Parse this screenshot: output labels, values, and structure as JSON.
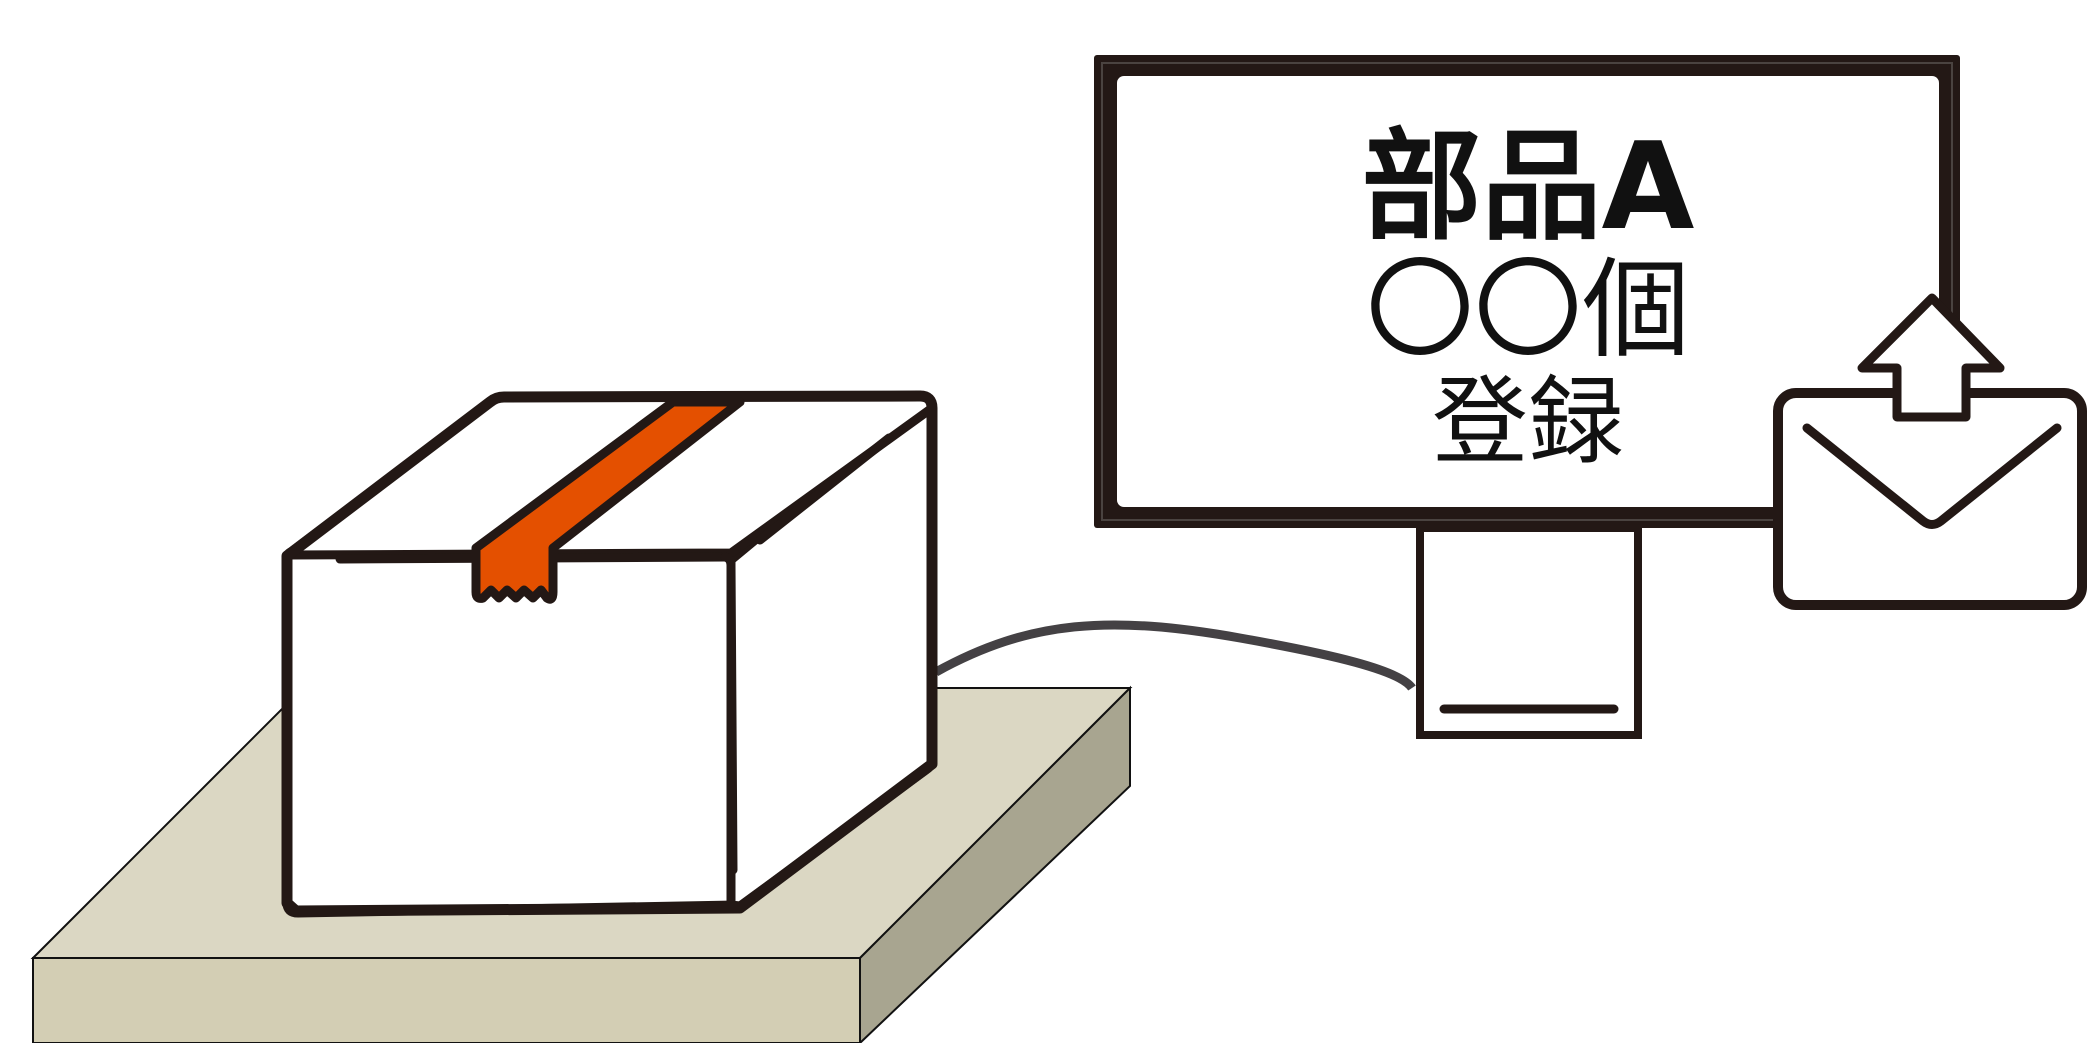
{
  "screen": {
    "part_name": "部品A",
    "quantity": "〇〇個",
    "action": "登録"
  },
  "icons": {
    "scale": "scale-platform-icon",
    "package": "cardboard-box-icon",
    "cable": "cable-icon",
    "monitor": "monitor-icon",
    "send": "send-mail-icon"
  },
  "colors": {
    "outline": "#231815",
    "tape": "#e45000",
    "scale_top": "#dbd7c3",
    "scale_front": "#d3ceb4",
    "scale_side": "#a8a590",
    "cable": "#444144",
    "background": "#ffffff"
  }
}
